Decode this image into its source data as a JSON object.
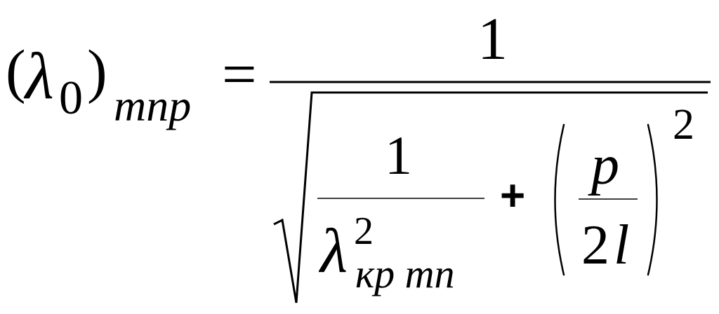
{
  "formula": {
    "lhs": {
      "open_paren": "(",
      "lambda": "λ",
      "lambda_subscript": "0",
      "close_paren": ")",
      "outer_subscript": "mnp"
    },
    "equals": "=",
    "rhs": {
      "numerator": "1",
      "inner_fraction": {
        "numerator": "1",
        "lambda": "λ",
        "lambda_superscript": "2",
        "lambda_subscript": "кр mn"
      },
      "plus": "+",
      "paren_fraction": {
        "numerator": "p",
        "denominator_number": "2",
        "denominator_variable": "l",
        "exponent": "2"
      }
    }
  }
}
